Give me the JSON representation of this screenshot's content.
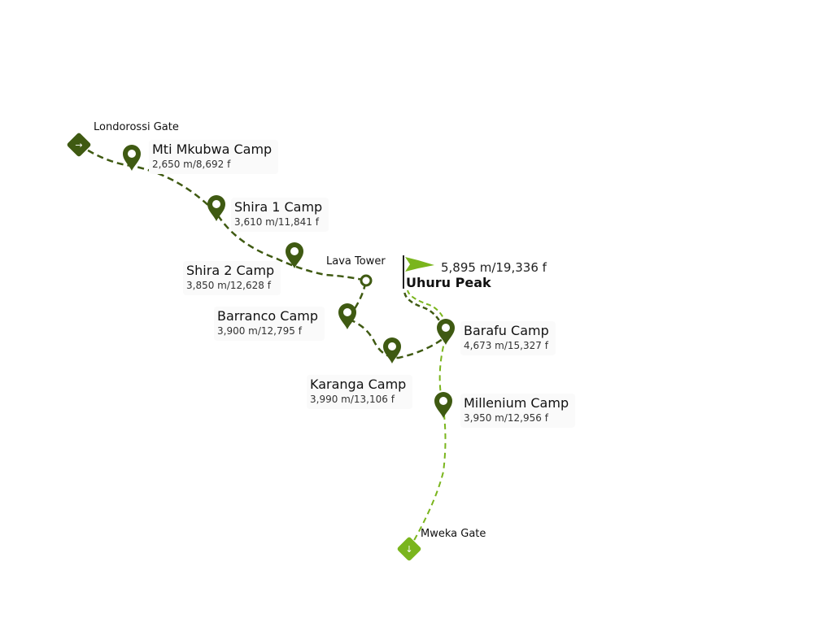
{
  "colors": {
    "dark_route": "#3f5a12",
    "light_route": "#7ab51d",
    "label_bg": "#fafafa"
  },
  "start": {
    "name": "Londorossi Gate",
    "icon": "arrow-right-icon"
  },
  "end": {
    "name": "Mweka Gate",
    "icon": "arrow-down-icon"
  },
  "summit": {
    "name": "Uhuru Peak",
    "altitude": "5,895 m/19,336 f",
    "icon": "flag-icon"
  },
  "waypoint": {
    "name": "Lava Tower"
  },
  "camps": [
    {
      "name": "Mti Mkubwa Camp",
      "altitude": "2,650 m/8,692 f"
    },
    {
      "name": "Shira 1 Camp",
      "altitude": "3,610 m/11,841 f"
    },
    {
      "name": "Shira 2 Camp",
      "altitude": "3,850 m/12,628 f"
    },
    {
      "name": "Barranco Camp",
      "altitude": "3,900 m/12,795 f"
    },
    {
      "name": "Karanga Camp",
      "altitude": "3,990 m/13,106 f"
    },
    {
      "name": "Barafu Camp",
      "altitude": "4,673 m/15,327 f"
    },
    {
      "name": "Millenium Camp",
      "altitude": "3,950 m/12,956 f"
    }
  ]
}
